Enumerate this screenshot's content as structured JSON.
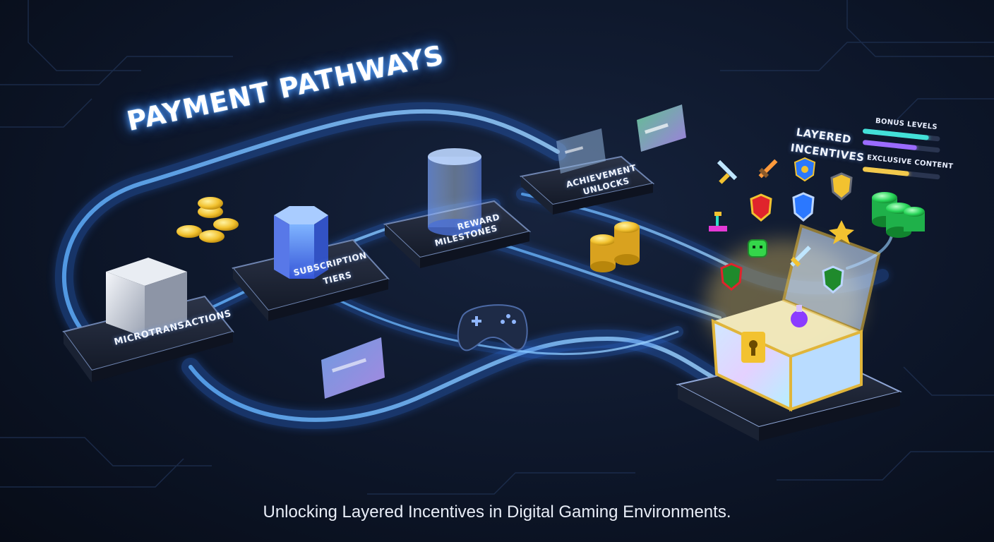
{
  "title": "PAYMENT PATHWAYS",
  "caption": "Unlocking Layered Incentives in Digital Gaming Environments.",
  "nodes": {
    "microtransactions": "MICROTRANSACTIONS",
    "subscription_1": "SUBSCRIPTION",
    "subscription_2": "TIERS",
    "reward_1": "REWARD",
    "reward_2": "MILESTONES",
    "achievement_1": "ACHIEVEMENT",
    "achievement_2": "UNLOCKS"
  },
  "incentives": {
    "heading_1": "LAYERED",
    "heading_2": "INCENTIVES",
    "bars": [
      {
        "label": "BONUS LEVELS",
        "level": 0.85,
        "color": "#43e0d8"
      },
      {
        "label": "EXCLUSIVE CONTENT",
        "level": 0.6,
        "color": "#f2c94c"
      }
    ],
    "middle_bar": {
      "level": 0.7,
      "color": "#9b6bff"
    }
  },
  "colors": {
    "accent": "#4aa3ff",
    "gold": "#f2c230",
    "green_cash": "#29d65a",
    "background": "#0c1424"
  }
}
